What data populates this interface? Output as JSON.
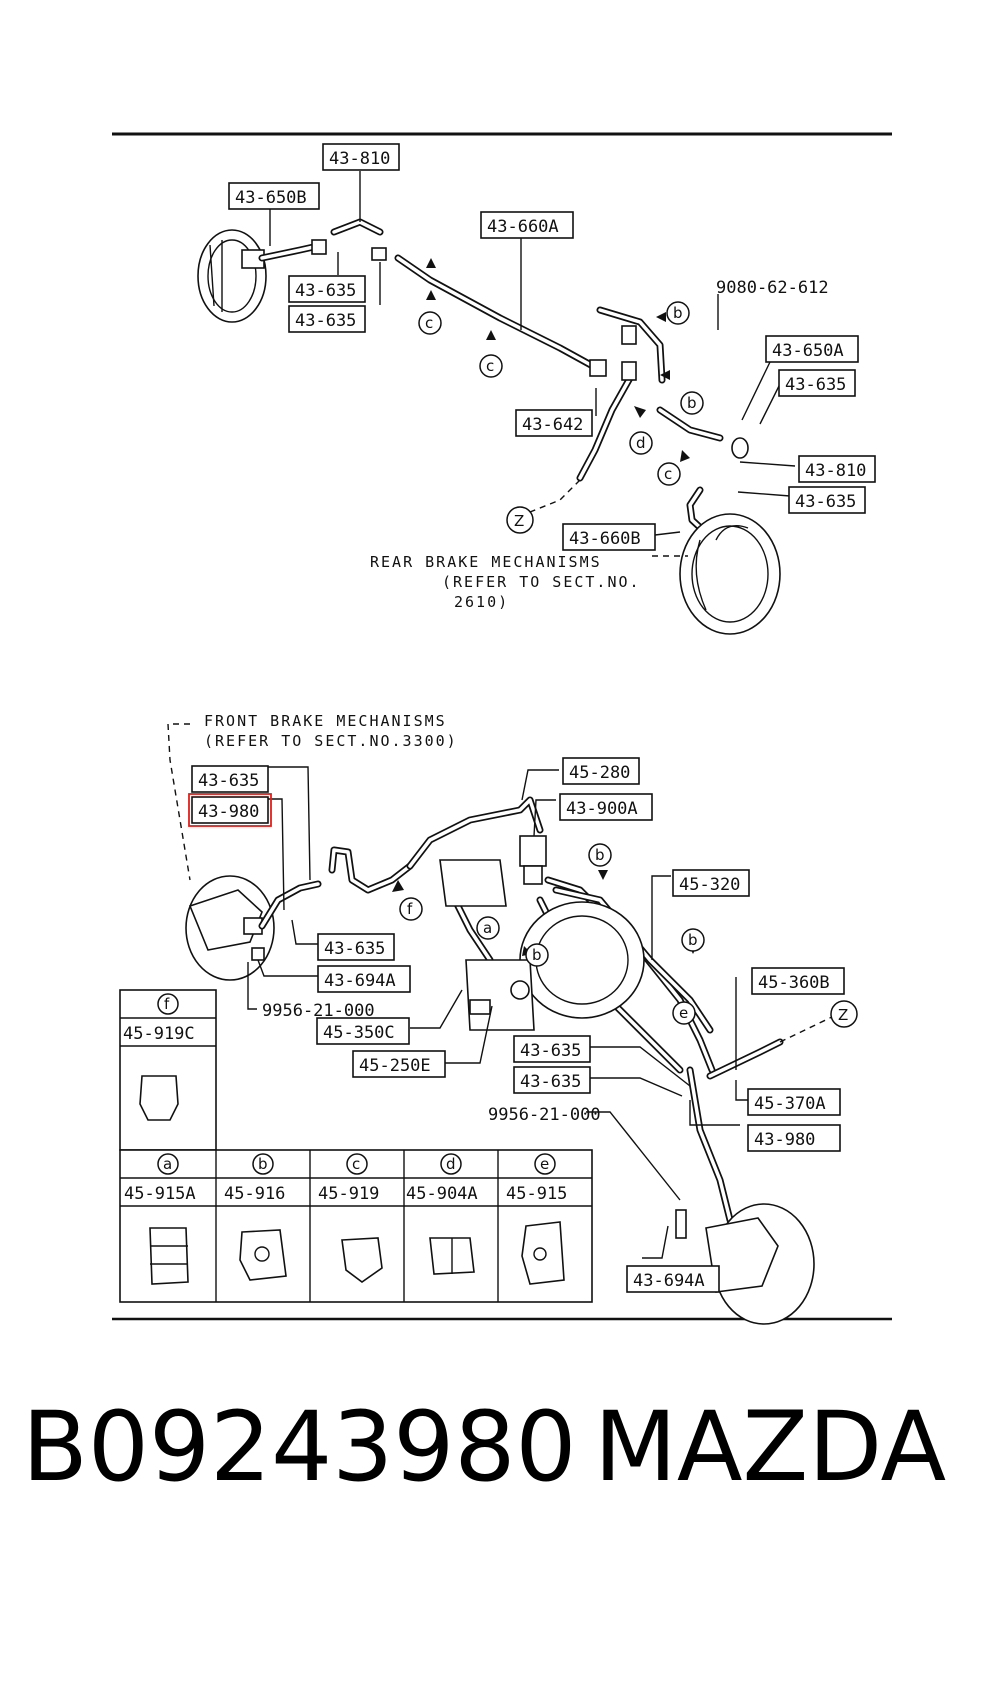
{
  "callouts": [
    {
      "id": "43-810-top",
      "text": "43-810"
    },
    {
      "id": "43-650B",
      "text": "43-650B"
    },
    {
      "id": "43-635-a",
      "text": "43-635"
    },
    {
      "id": "43-635-b",
      "text": "43-635"
    },
    {
      "id": "43-660A",
      "text": "43-660A"
    },
    {
      "id": "43-650A",
      "text": "43-650A"
    },
    {
      "id": "43-635-c",
      "text": "43-635"
    },
    {
      "id": "43-642",
      "text": "43-642"
    },
    {
      "id": "43-810-right",
      "text": "43-810"
    },
    {
      "id": "43-635-d",
      "text": "43-635"
    },
    {
      "id": "43-660B",
      "text": "43-660B"
    },
    {
      "id": "43-635-e",
      "text": "43-635"
    },
    {
      "id": "43-980-highlight",
      "text": "43-980"
    },
    {
      "id": "45-280",
      "text": "45-280"
    },
    {
      "id": "43-900A",
      "text": "43-900A"
    },
    {
      "id": "45-320",
      "text": "45-320"
    },
    {
      "id": "43-635-f",
      "text": "43-635"
    },
    {
      "id": "43-694A-a",
      "text": "43-694A"
    },
    {
      "id": "45-360B",
      "text": "45-360B"
    },
    {
      "id": "45-350C",
      "text": "45-350C"
    },
    {
      "id": "45-250E",
      "text": "45-250E"
    },
    {
      "id": "43-635-g",
      "text": "43-635"
    },
    {
      "id": "43-635-h",
      "text": "43-635"
    },
    {
      "id": "45-370A",
      "text": "45-370A"
    },
    {
      "id": "43-980-b",
      "text": "43-980"
    },
    {
      "id": "43-694A-b",
      "text": "43-694A"
    }
  ],
  "plain_labels": {
    "bolt_top": "9080-62-612",
    "bolt_mid": "9956-21-000",
    "bolt_low": "9956-21-000"
  },
  "notes": {
    "rear_line1": "REAR BRAKE MECHANISMS",
    "rear_line2": "(REFER TO SECT.NO.",
    "rear_line3": "2610)",
    "front_line1": "FRONT BRAKE MECHANISMS",
    "front_line2": "(REFER TO SECT.NO.3300)"
  },
  "letters": {
    "b": "b",
    "c": "c",
    "d": "d",
    "a": "a",
    "e": "e",
    "f": "f",
    "z": "Z"
  },
  "clip_table": {
    "f_letter": "f",
    "f_part": "45-919C",
    "columns": [
      {
        "letter": "a",
        "part": "45-915A"
      },
      {
        "letter": "b",
        "part": "45-916"
      },
      {
        "letter": "c",
        "part": "45-919"
      },
      {
        "letter": "d",
        "part": "45-904A"
      },
      {
        "letter": "e",
        "part": "45-915"
      }
    ]
  },
  "footer": {
    "part_number": "B09243980",
    "brand": "MAZDA"
  },
  "colors": {
    "ink": "#111111",
    "highlight": "#e0201c"
  }
}
